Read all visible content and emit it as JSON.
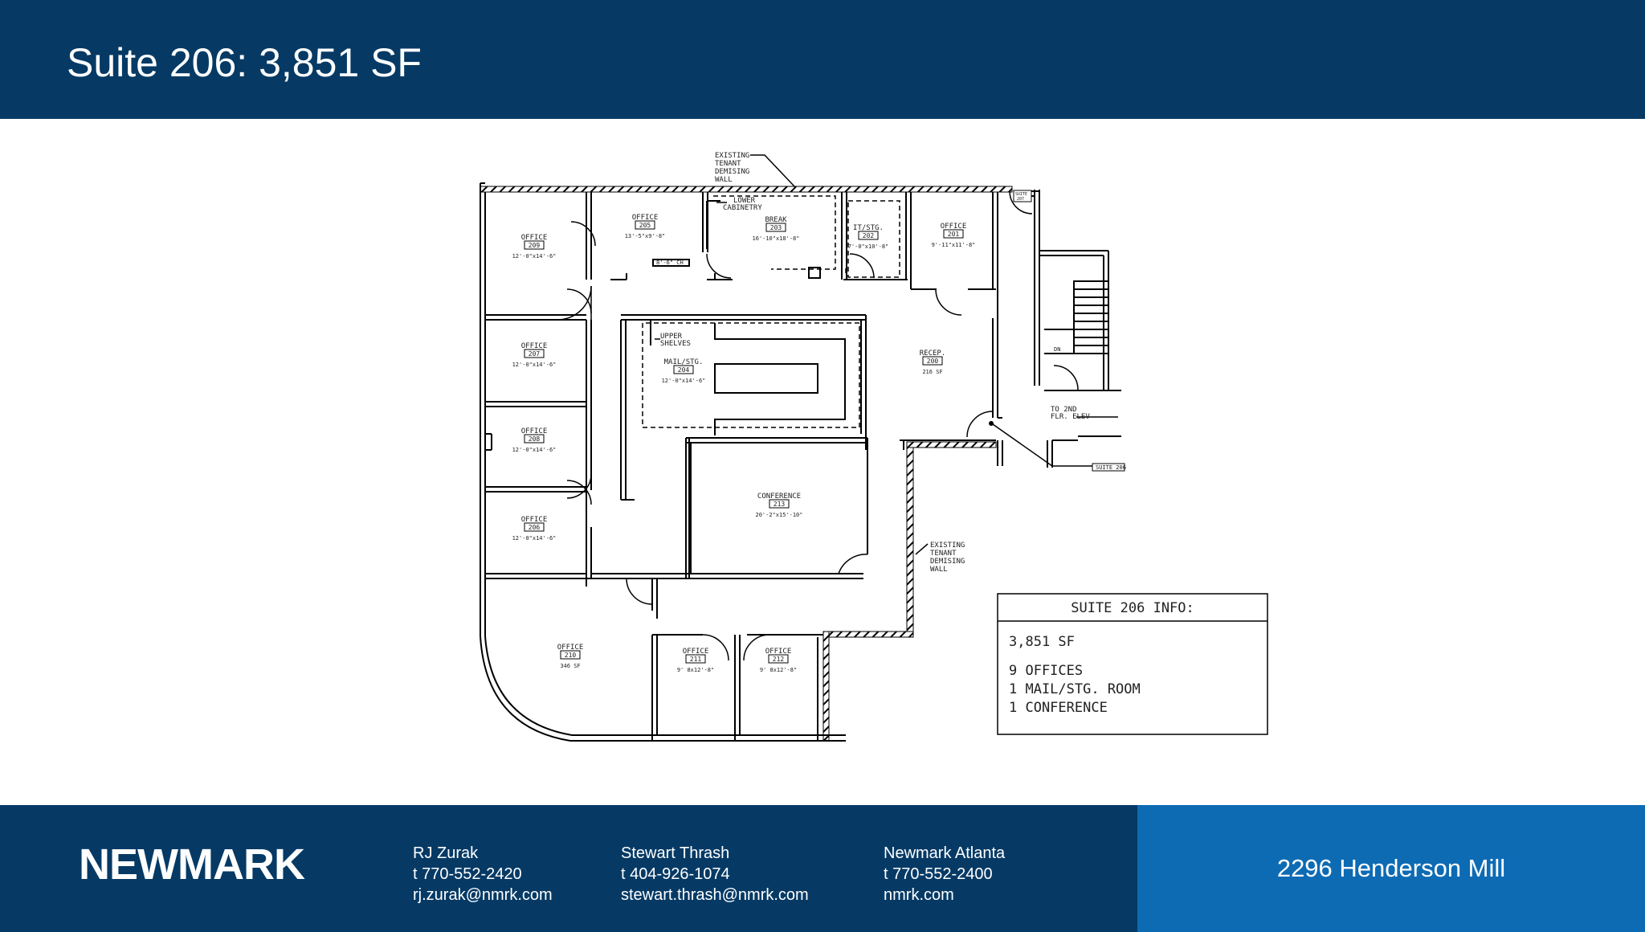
{
  "header": {
    "title": "Suite 206: 3,851 SF"
  },
  "floorplan": {
    "callouts": {
      "demising_top": [
        "EXISTING",
        "TENANT",
        "DEMISING",
        "WALL"
      ],
      "demising_right": [
        "EXISTING",
        "TENANT",
        "DEMISING",
        "WALL"
      ],
      "lower_cabinetry": [
        "LOWER",
        "CABINETRY"
      ],
      "upper_shelves": [
        "UPPER",
        "SHELVES"
      ],
      "to_elevator": [
        "TO 2ND",
        "FLR. ELEV"
      ],
      "suite_tag": "SUITE 206",
      "small_tag": [
        "SUITE",
        "207"
      ],
      "stair_dn": "DN",
      "ceiling_tag": "8'-6\" CH"
    },
    "rooms": [
      {
        "id": "r209",
        "name": "OFFICE",
        "number": "209",
        "dims": "12'-0\"x14'-6\""
      },
      {
        "id": "r205",
        "name": "OFFICE",
        "number": "205",
        "dims": "13'-5\"x9'-8\""
      },
      {
        "id": "r203",
        "name": "BREAK",
        "number": "203",
        "dims": "16'-10\"x18'-8\""
      },
      {
        "id": "r202",
        "name": "IT/STG.",
        "number": "202",
        "dims": "7'-0\"x10'-8\""
      },
      {
        "id": "r201",
        "name": "OFFICE",
        "number": "201",
        "dims": "9'-11\"x11'-8\""
      },
      {
        "id": "r207",
        "name": "OFFICE",
        "number": "207",
        "dims": "12'-0\"x14'-6\""
      },
      {
        "id": "r204",
        "name": "MAIL/STG.",
        "number": "204",
        "dims": "12'-0\"x14'-6\""
      },
      {
        "id": "r200",
        "name": "RECEP.",
        "number": "200",
        "dims": "216 SF"
      },
      {
        "id": "r208",
        "name": "OFFICE",
        "number": "208",
        "dims": "12'-0\"x14'-6\""
      },
      {
        "id": "r213",
        "name": "CONFERENCE",
        "number": "213",
        "dims": "20'-2\"x15'-10\""
      },
      {
        "id": "r206",
        "name": "OFFICE",
        "number": "206",
        "dims": "12'-0\"x14'-6\""
      },
      {
        "id": "r210",
        "name": "OFFICE",
        "number": "210",
        "dims": "346 SF"
      },
      {
        "id": "r211",
        "name": "OFFICE",
        "number": "211",
        "dims": "9' 8x12'-8\""
      },
      {
        "id": "r212",
        "name": "OFFICE",
        "number": "212",
        "dims": "9' 8x12'-8\""
      }
    ],
    "info_box": {
      "title": "SUITE 206 INFO:",
      "lines": [
        "3,851 SF",
        "9 OFFICES",
        "1 MAIL/STG. ROOM",
        "1 CONFERENCE"
      ]
    }
  },
  "footer": {
    "logo": "NEWMARK",
    "contacts": [
      {
        "name": "RJ Zurak",
        "phone": "t 770-552-2420",
        "email": "rj.zurak@nmrk.com"
      },
      {
        "name": "Stewart Thrash",
        "phone": "t 404-926-1074",
        "email": "stewart.thrash@nmrk.com"
      },
      {
        "name": "Newmark Atlanta",
        "phone": "t 770-552-2400",
        "email": "nmrk.com"
      }
    ],
    "address": "2296 Henderson Mill"
  },
  "colors": {
    "header": "#063a65",
    "footer_left": "#063a65",
    "footer_right": "#0d6bb4"
  }
}
